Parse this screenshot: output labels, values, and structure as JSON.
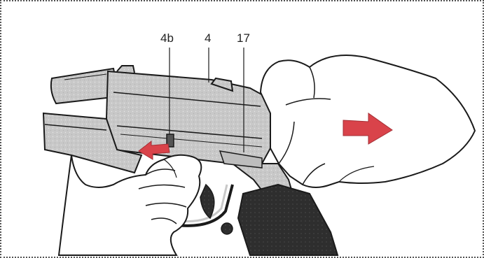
{
  "callouts": {
    "part_4b": "4b",
    "part_4": "4",
    "part_17": "17"
  },
  "colors": {
    "frame_gray": "#c8c8c8",
    "grip_dark": "#2e2e2e",
    "arrow_red": "#d9434a",
    "outline": "#1a1a1a",
    "border": "#555555"
  },
  "arrows": {
    "left_arrow_direction": "left",
    "right_arrow_direction": "right"
  }
}
